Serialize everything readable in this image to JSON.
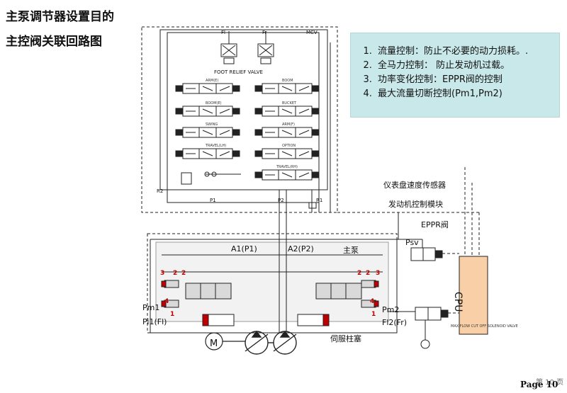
{
  "titles": {
    "line1": "主泵调节器设置目的",
    "line2": "主控阀关联回路图"
  },
  "info_box": {
    "items": [
      "流量控制：防止不必要的动力损耗。.",
      "全马力控制：  防止发动机过载。",
      "功率变化控制：EPPR阀的控制",
      "最大流量切断控制(Pm1,Pm2)"
    ]
  },
  "labels": {
    "dash_sensor": "仪表盘速度传感器",
    "engine_module": "发动机控制模块",
    "eppr": "EPPR阀",
    "main_pump": "主泵",
    "servo": "伺服柱塞",
    "a1": "A1(P1)",
    "a2": "A2(P2)",
    "psv": "Psv",
    "pm1": "Pm1",
    "pm2": "Pm2",
    "pi1": "Pi1(Fl)",
    "pi2": "Fl2(Fr)",
    "cpu": "CPU",
    "fl": "Fl",
    "fr": "Fr",
    "mcv": "MCV",
    "foot_relief": "FOOT RELIEF VALVE",
    "max_flow": "MAX FLOW CUT OFF SOLENOID VALVE",
    "p1": "P1",
    "p2": "P2",
    "r1": "R1",
    "r2": "R2",
    "motor": "M",
    "spool_left": [
      "ARM(E)",
      "BOOM(E)",
      "SWING",
      "TRAVEL(LH)",
      ""
    ],
    "spool_right": [
      "BOOM",
      "BUCKET",
      "ARM(F)",
      "OPTION",
      "TRAVEL(RH)"
    ],
    "reg_numbers_left": [
      "3",
      "2",
      "2",
      "4",
      "1"
    ],
    "reg_numbers_right": [
      "2",
      "2",
      "3",
      "4",
      "1"
    ]
  },
  "footer": {
    "page": "Page 10",
    "page_cn": "第 10 页"
  },
  "colors": {
    "infobox_bg": "#c9e8ea",
    "regulator_fill": "#d9d9d9",
    "red_number": "#c00000"
  }
}
